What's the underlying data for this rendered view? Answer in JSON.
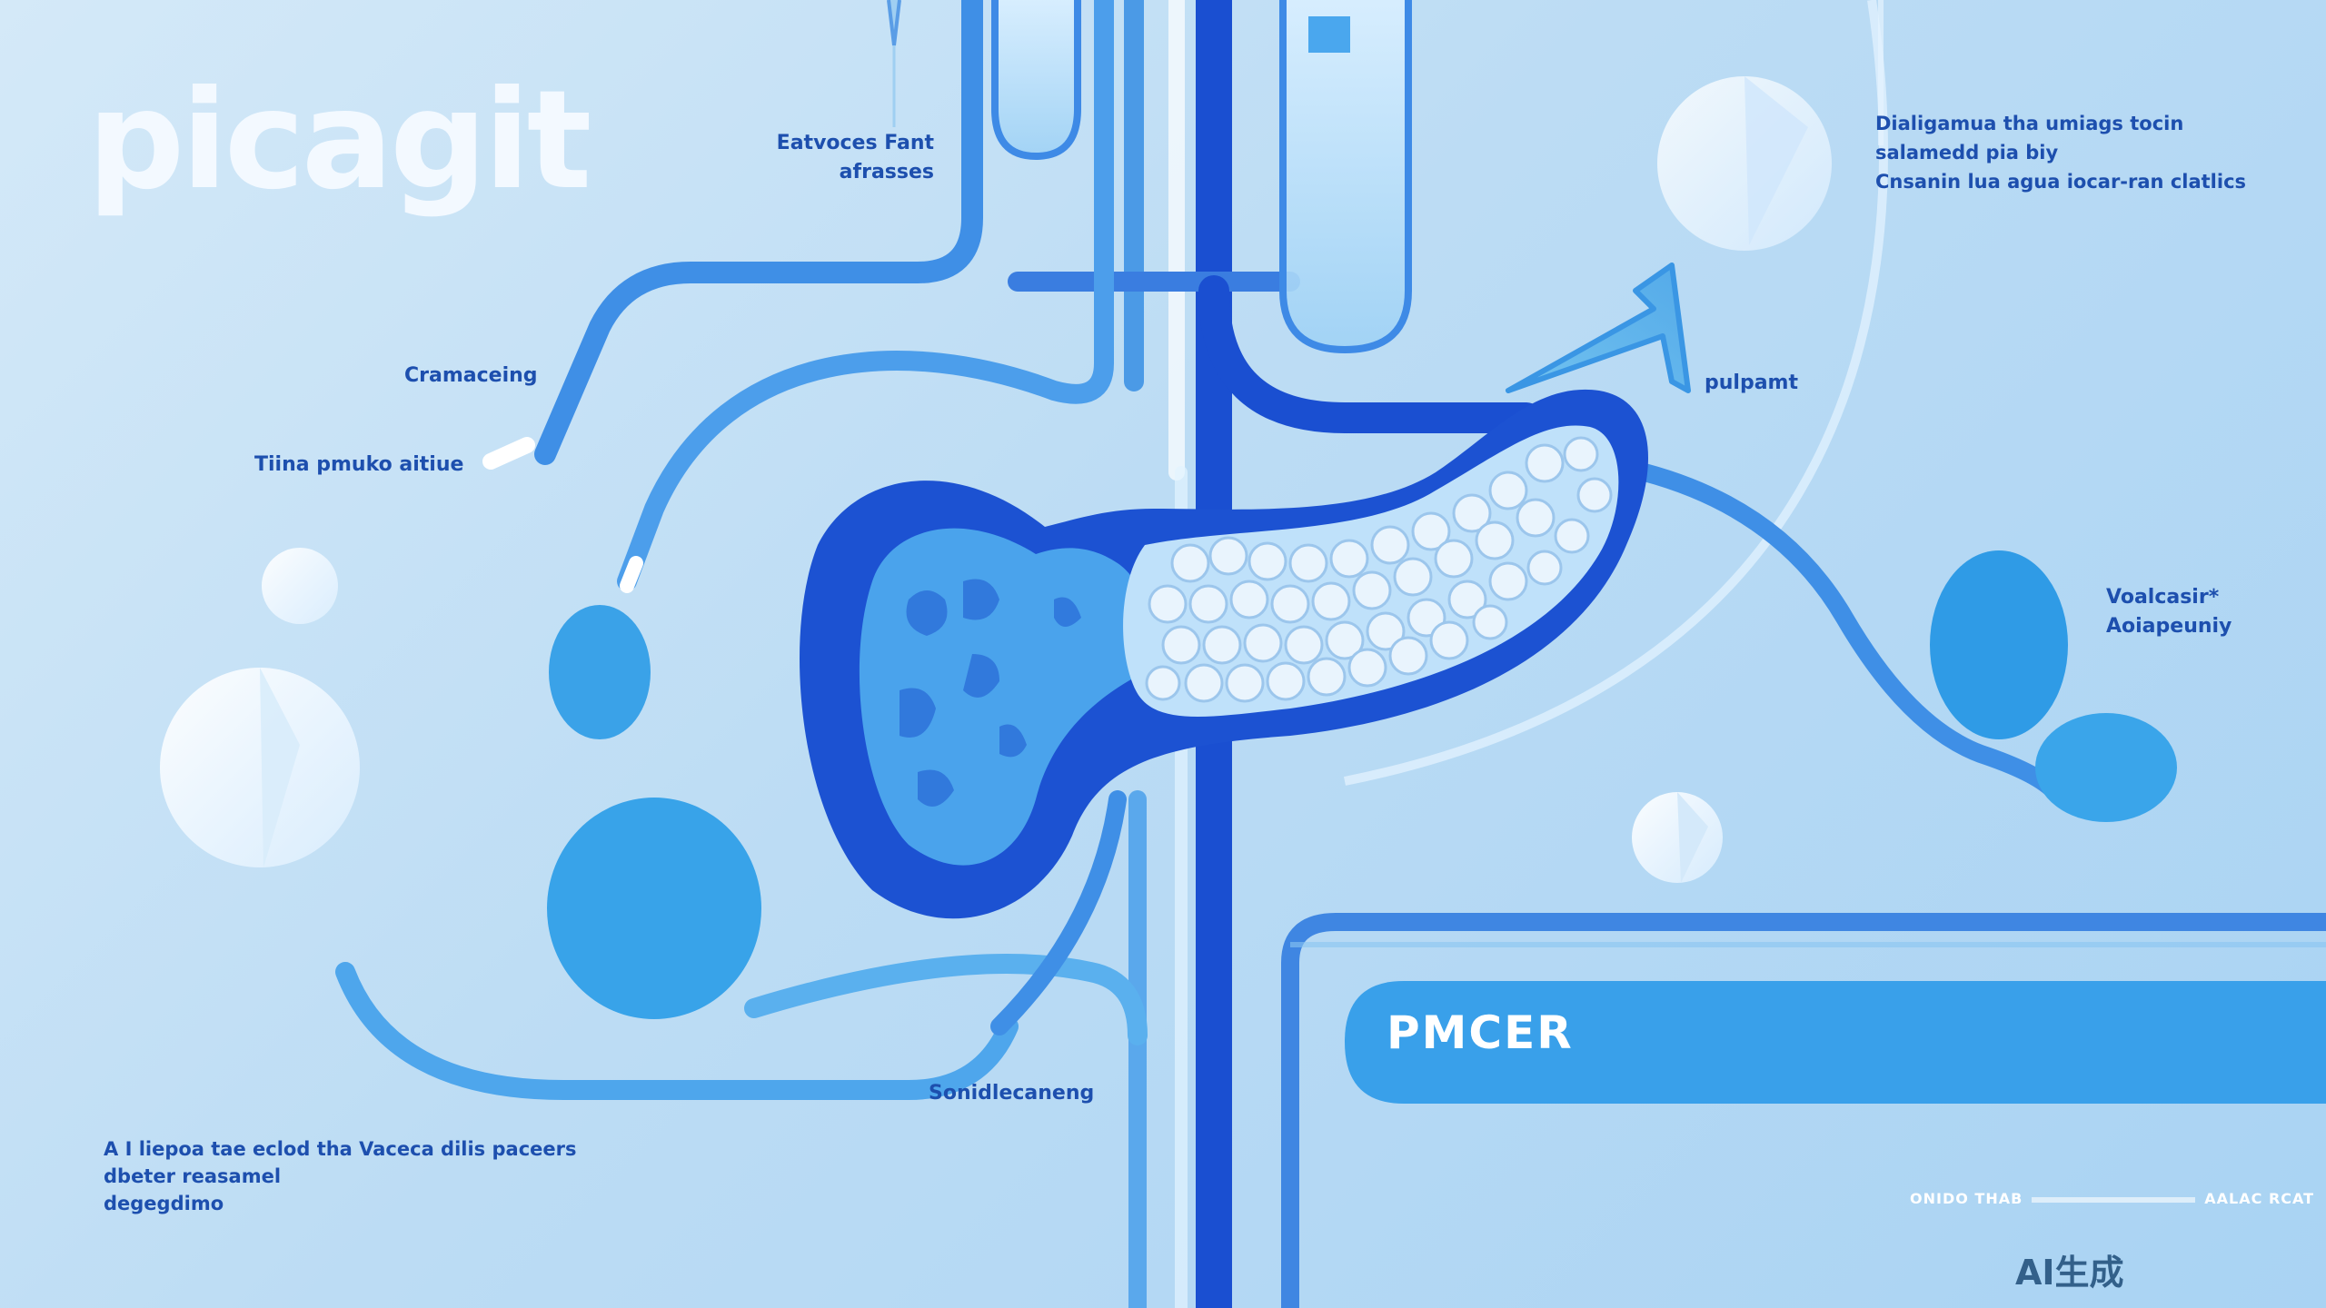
{
  "logo": "picagit",
  "labels": {
    "top_center": [
      "Eatvoces Fant",
      "afrasses"
    ],
    "left_upper": "Cramaceing",
    "left_lower": "Tiina pmuko aitiue",
    "arrow_label": "pulpamt",
    "top_right": [
      "Dialigamua tha umiags tocin",
      "salamedd  pia biy",
      "Cnsanin lua agua iocar-ran clatlics"
    ],
    "right_mid": [
      "Voalcasir*",
      "Aoiapeuniy"
    ],
    "bottom_center": "Sonidlecaneng",
    "bottom_left": [
      "A I liepoa tae eclod tha Vaceca dilis paceers",
      "dbeter reasamel",
      "degegdimo"
    ]
  },
  "banner": {
    "title": "PMCER"
  },
  "footer": {
    "left_text": "ONIDO THAB",
    "right_text": "AALAC RCAT"
  },
  "watermark": "AI生成",
  "colors": {
    "background": "#bcdcf4",
    "primary_blue": "#1a4fd1",
    "mid_blue": "#3c8ee8",
    "light_blue": "#5db7f0",
    "pale_blue": "#c9e6fb",
    "label_text": "#1d4fae"
  }
}
